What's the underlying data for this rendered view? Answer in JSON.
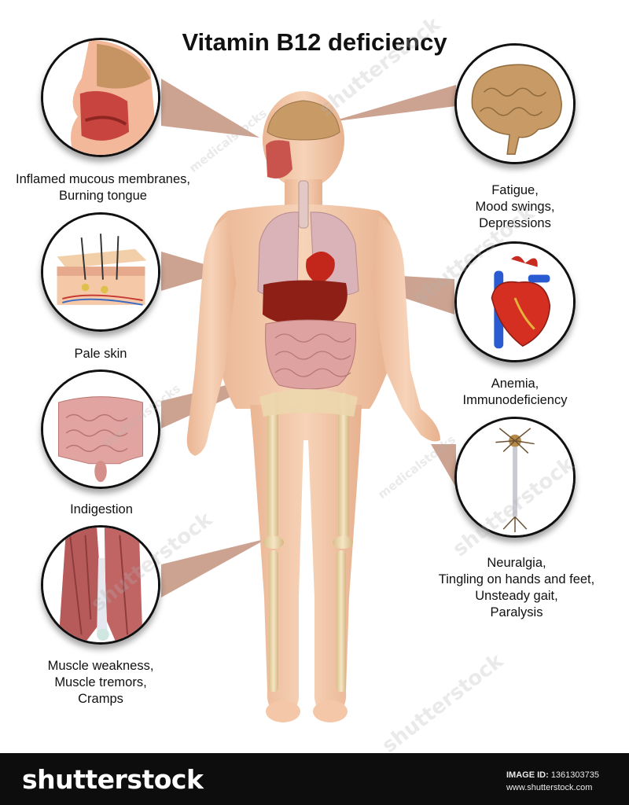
{
  "title": "Vitamin B12 deficiency",
  "callouts": {
    "mouth": {
      "lines": [
        "Inflamed mucous membranes,",
        "Burning tongue"
      ]
    },
    "skin": {
      "lines": [
        "Pale skin"
      ]
    },
    "intestine": {
      "lines": [
        "Indigestion"
      ]
    },
    "muscle": {
      "lines": [
        "Muscle weakness,",
        "Muscle tremors,",
        "Cramps"
      ]
    },
    "brain": {
      "lines": [
        "Fatigue,",
        "Mood swings,",
        "Depressions"
      ]
    },
    "heart": {
      "lines": [
        "Anemia,",
        "Immunodeficiency"
      ]
    },
    "nerve": {
      "lines": [
        "Neuralgia,",
        "Tingling on hands and feet,",
        "Unsteady gait,",
        "Paralysis"
      ]
    }
  },
  "watermark": {
    "shutterstock": "shutterstock",
    "medicalstocks": "medicalstocks"
  },
  "footer": {
    "logo": "shutterstock",
    "image_id_label": "IMAGE ID:",
    "image_id": "1361303735",
    "site": "www.shutterstock.com"
  },
  "colors": {
    "skin": "#f3c7a8",
    "pointer": "#c99a82",
    "organ_red": "#a8231b",
    "lung": "#d9b3b8",
    "intestine": "#dea3a0",
    "bone": "#e9d3a8",
    "brain": "#c79a66"
  }
}
